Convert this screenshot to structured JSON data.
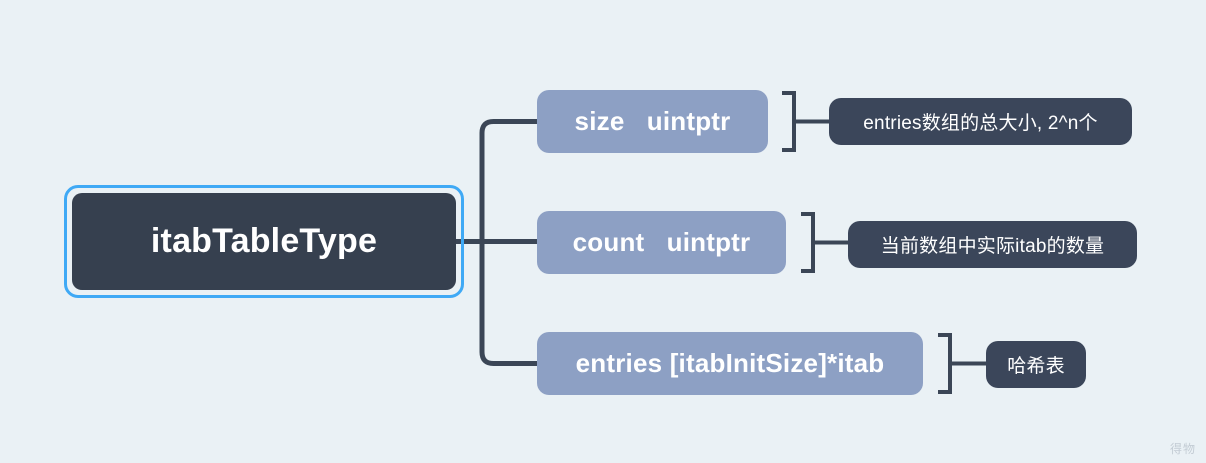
{
  "diagram": {
    "type": "mind-map",
    "title": "itabTableType",
    "background_color": "#eaf1f5",
    "root": {
      "label": "itabTableType",
      "fill_color": "#36404f",
      "text_color": "#ffffff",
      "selection_ring_color": "#3fa9f5",
      "selected": true
    },
    "branches": [
      {
        "field": "size   uintptr",
        "field_fill_color": "#8da0c4",
        "note": "entries数组的总大小, 2^n个",
        "note_fill_color": "#3b465a"
      },
      {
        "field": "count   uintptr",
        "field_fill_color": "#8da0c4",
        "note": "当前数组中实际itab的数量",
        "note_fill_color": "#3b465a"
      },
      {
        "field": "entries [itabInitSize]*itab",
        "field_fill_color": "#8da0c4",
        "note": "哈希表",
        "note_fill_color": "#3b465a"
      }
    ],
    "connector_color": "#3b4656",
    "watermark": "得物"
  }
}
